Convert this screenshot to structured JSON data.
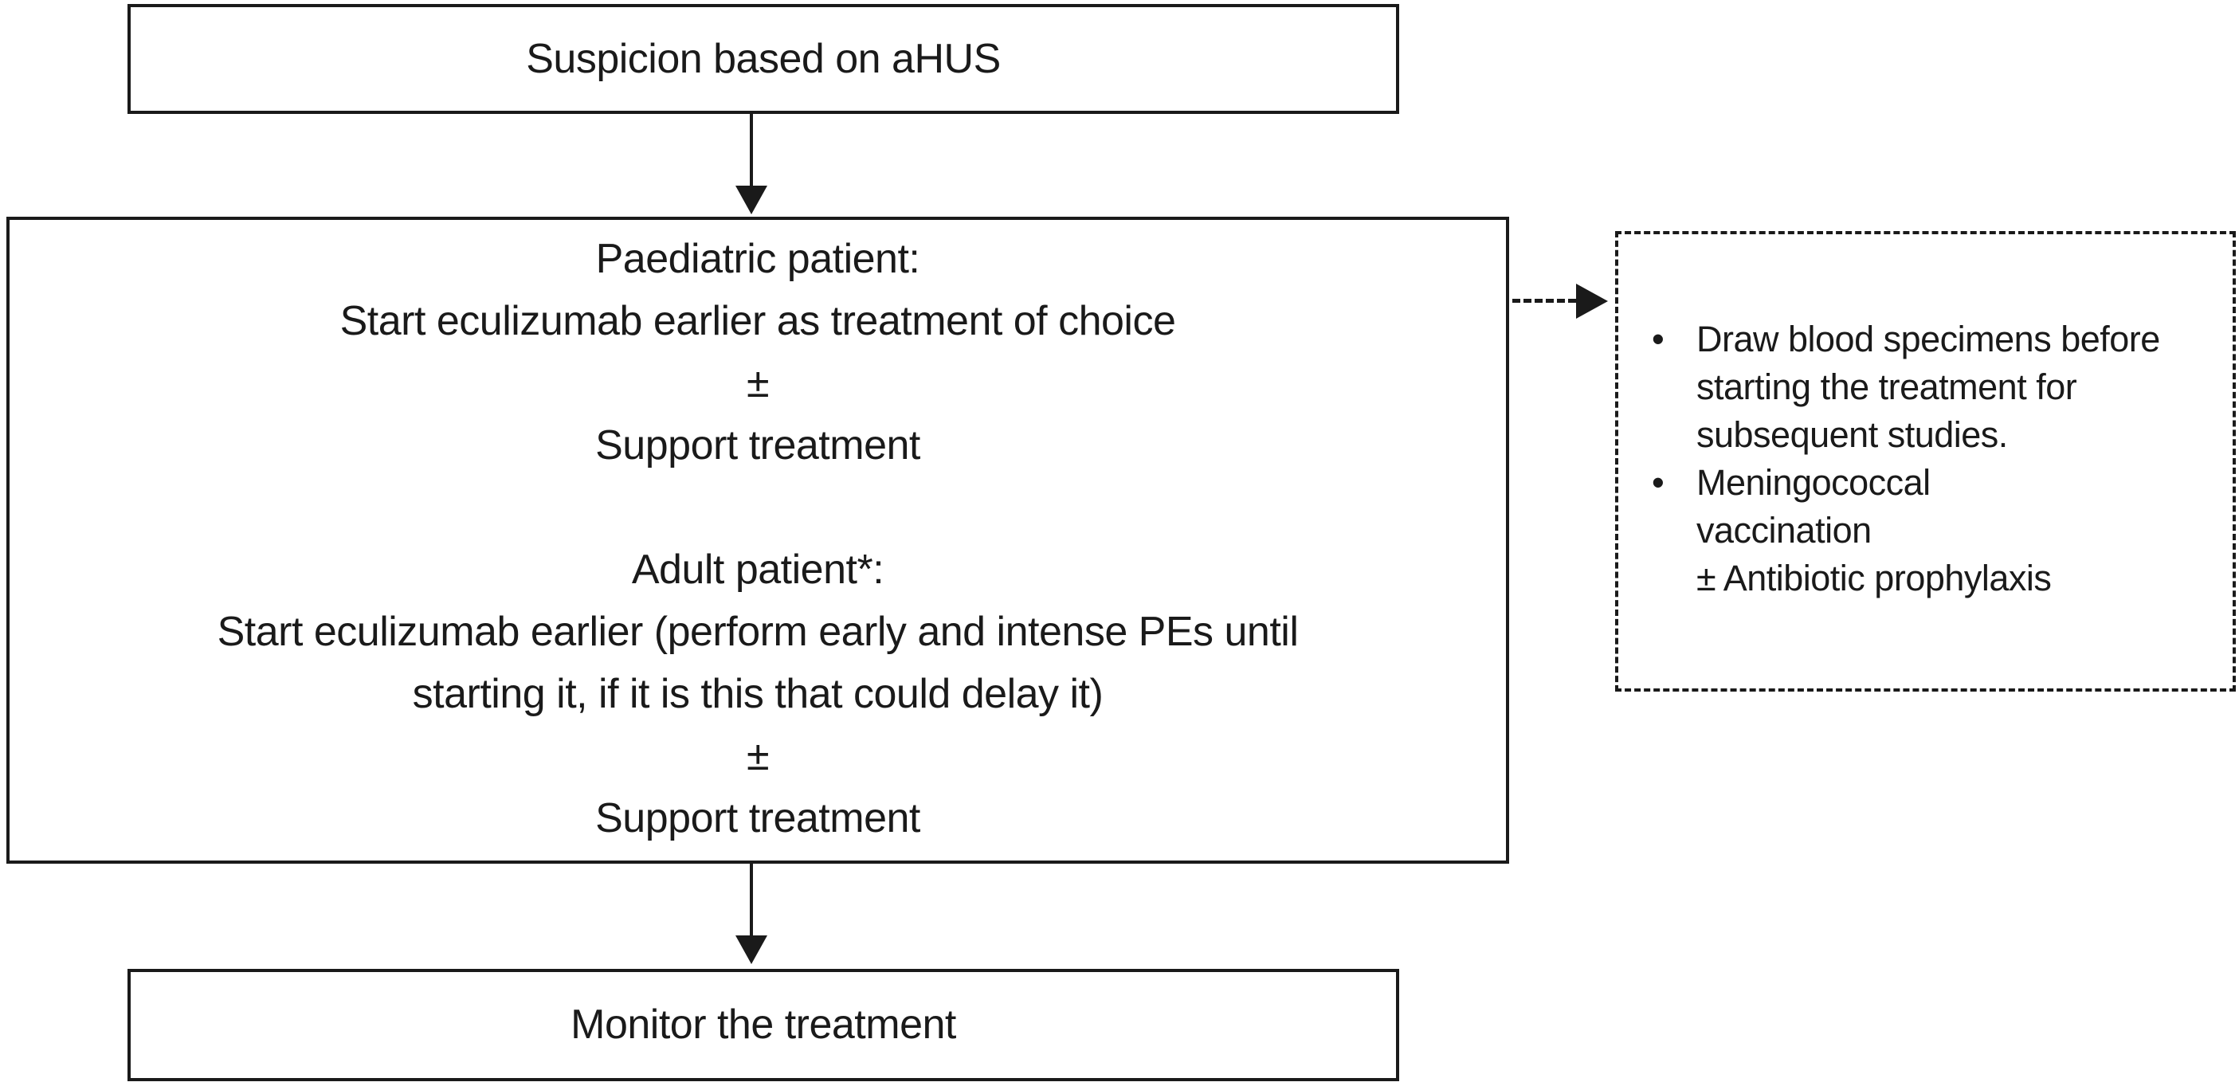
{
  "figure": {
    "background_color": "#ffffff",
    "ink_color": "#1a1a1a",
    "type": "treatment-flowchart"
  },
  "nodes": {
    "suspicion_box": {
      "text": "Suspicion based on aHUS"
    },
    "treatment_box": {
      "lines": [
        "Paediatric patient:",
        "Start eculizumab earlier as treatment of choice",
        "±",
        "Support treatment",
        "",
        "Adult patient*:",
        "Start eculizumab earlier (perform early and intense PEs until",
        "starting it, if it is this that could delay it)",
        "±",
        "Support treatment"
      ]
    },
    "side_note_box": {
      "lines": [
        {
          "marker": "•",
          "text": "Draw blood specimens before"
        },
        {
          "marker": "",
          "text": "starting the treatment for"
        },
        {
          "marker": "",
          "text": "subsequent studies."
        },
        {
          "marker": "•",
          "text": "Meningococcal"
        },
        {
          "marker": "",
          "text": "vaccination"
        },
        {
          "marker": "",
          "text": "± Antibiotic prophylaxis"
        }
      ]
    },
    "monitor_box": {
      "text": "Monitor the treatment"
    }
  }
}
